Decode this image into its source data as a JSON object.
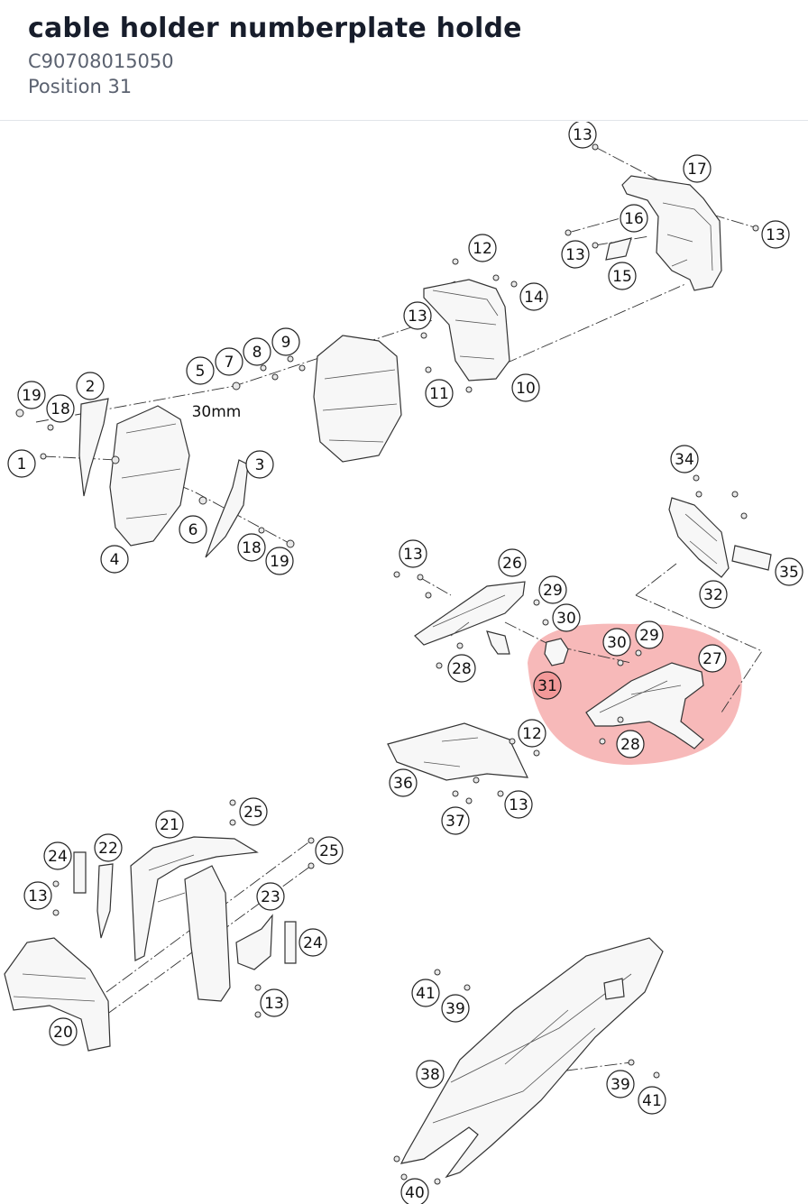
{
  "header": {
    "title": "cable holder numberplate holde",
    "part_number": "C90708015050",
    "position": "Position 31"
  },
  "diagram": {
    "highlight_color": "#f08080",
    "selected_position": "31",
    "dimension_label": "30mm",
    "callouts": [
      {
        "label": "13"
      },
      {
        "label": "17"
      },
      {
        "label": "16"
      },
      {
        "label": "13"
      },
      {
        "label": "13"
      },
      {
        "label": "15"
      },
      {
        "label": "12"
      },
      {
        "label": "14"
      },
      {
        "label": "13"
      },
      {
        "label": "11"
      },
      {
        "label": "10"
      },
      {
        "label": "9"
      },
      {
        "label": "8"
      },
      {
        "label": "7"
      },
      {
        "label": "5"
      },
      {
        "label": "2"
      },
      {
        "label": "19"
      },
      {
        "label": "18"
      },
      {
        "label": "1"
      },
      {
        "label": "3"
      },
      {
        "label": "6"
      },
      {
        "label": "4"
      },
      {
        "label": "18"
      },
      {
        "label": "19"
      },
      {
        "label": "34"
      },
      {
        "label": "35"
      },
      {
        "label": "32"
      },
      {
        "label": "13"
      },
      {
        "label": "26"
      },
      {
        "label": "29"
      },
      {
        "label": "30"
      },
      {
        "label": "28"
      },
      {
        "label": "30"
      },
      {
        "label": "29"
      },
      {
        "label": "27"
      },
      {
        "label": "31"
      },
      {
        "label": "28"
      },
      {
        "label": "12"
      },
      {
        "label": "36"
      },
      {
        "label": "13"
      },
      {
        "label": "37"
      },
      {
        "label": "21"
      },
      {
        "label": "25"
      },
      {
        "label": "25"
      },
      {
        "label": "24"
      },
      {
        "label": "22"
      },
      {
        "label": "13"
      },
      {
        "label": "23"
      },
      {
        "label": "24"
      },
      {
        "label": "13"
      },
      {
        "label": "20"
      },
      {
        "label": "41"
      },
      {
        "label": "39"
      },
      {
        "label": "38"
      },
      {
        "label": "39"
      },
      {
        "label": "41"
      },
      {
        "label": "40"
      }
    ]
  }
}
